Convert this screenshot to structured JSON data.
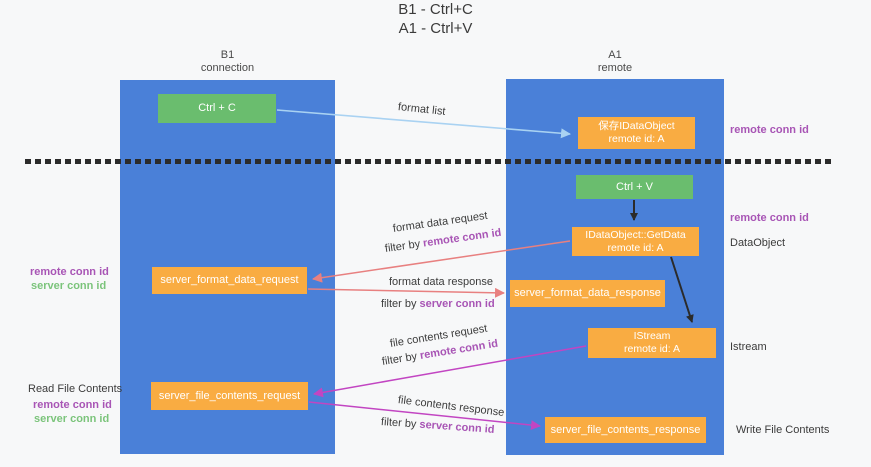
{
  "title": {
    "line1": "B1 - Ctrl+C",
    "line2": "A1 - Ctrl+V"
  },
  "lanes": {
    "left": {
      "name": "B1",
      "role": "connection"
    },
    "right": {
      "name": "A1",
      "role": "remote"
    }
  },
  "nodes": {
    "ctrl_c": {
      "label": "Ctrl + C"
    },
    "ctrl_v": {
      "label": "Ctrl + V"
    },
    "save_idataobject": {
      "line1": "保存IDataObject",
      "line2": "remote id: A"
    },
    "idataobject_getdata": {
      "line1": "IDataObject::GetData",
      "line2": "remote id: A"
    },
    "istream": {
      "line1": "IStream",
      "line2": "remote id: A"
    },
    "server_format_data_request": {
      "label": "server_format_data_request"
    },
    "server_format_data_response": {
      "label": "server_format_data_response"
    },
    "server_file_contents_request": {
      "label": "server_file_contents_request"
    },
    "server_file_contents_response": {
      "label": "server_file_contents_response"
    }
  },
  "flows": {
    "format_list": {
      "label": "format list"
    },
    "format_data_request": {
      "label": "format data request",
      "filter_prefix": "filter by ",
      "filter_key": "remote conn id"
    },
    "format_data_response": {
      "label": "format data response",
      "filter_prefix": "filter by ",
      "filter_key": "server conn id"
    },
    "file_contents_request": {
      "label": "file contents request",
      "filter_prefix": "filter by ",
      "filter_key": "remote conn id"
    },
    "file_contents_response": {
      "label": "file contents response",
      "filter_prefix": "filter by ",
      "filter_key": "server conn id"
    }
  },
  "left_annotations": {
    "format_remote_conn_id": "remote conn id",
    "format_server_conn_id": "server conn id",
    "read_file_contents": "Read File Contents",
    "file_remote_conn_id": "remote conn id",
    "file_server_conn_id": "server conn id"
  },
  "right_annotations": {
    "clipboard_remote_conn_id": "remote conn id",
    "paste_remote_conn_id": "remote conn id",
    "dataobject": "DataObject",
    "istream": "Istream",
    "write_file_contents": "Write File Contents"
  },
  "colors": {
    "lane_blue": "#4a80d8",
    "node_green": "#6abd6e",
    "node_orange": "#f9ac42",
    "arrow_light_blue": "#a9d2f2",
    "arrow_salmon": "#e88080",
    "arrow_magenta": "#c245c2",
    "arrow_black": "#2b2b2b",
    "highlight_purple": "#a855b5",
    "highlight_green": "#7bc47b",
    "background": "#f7f8f9"
  }
}
